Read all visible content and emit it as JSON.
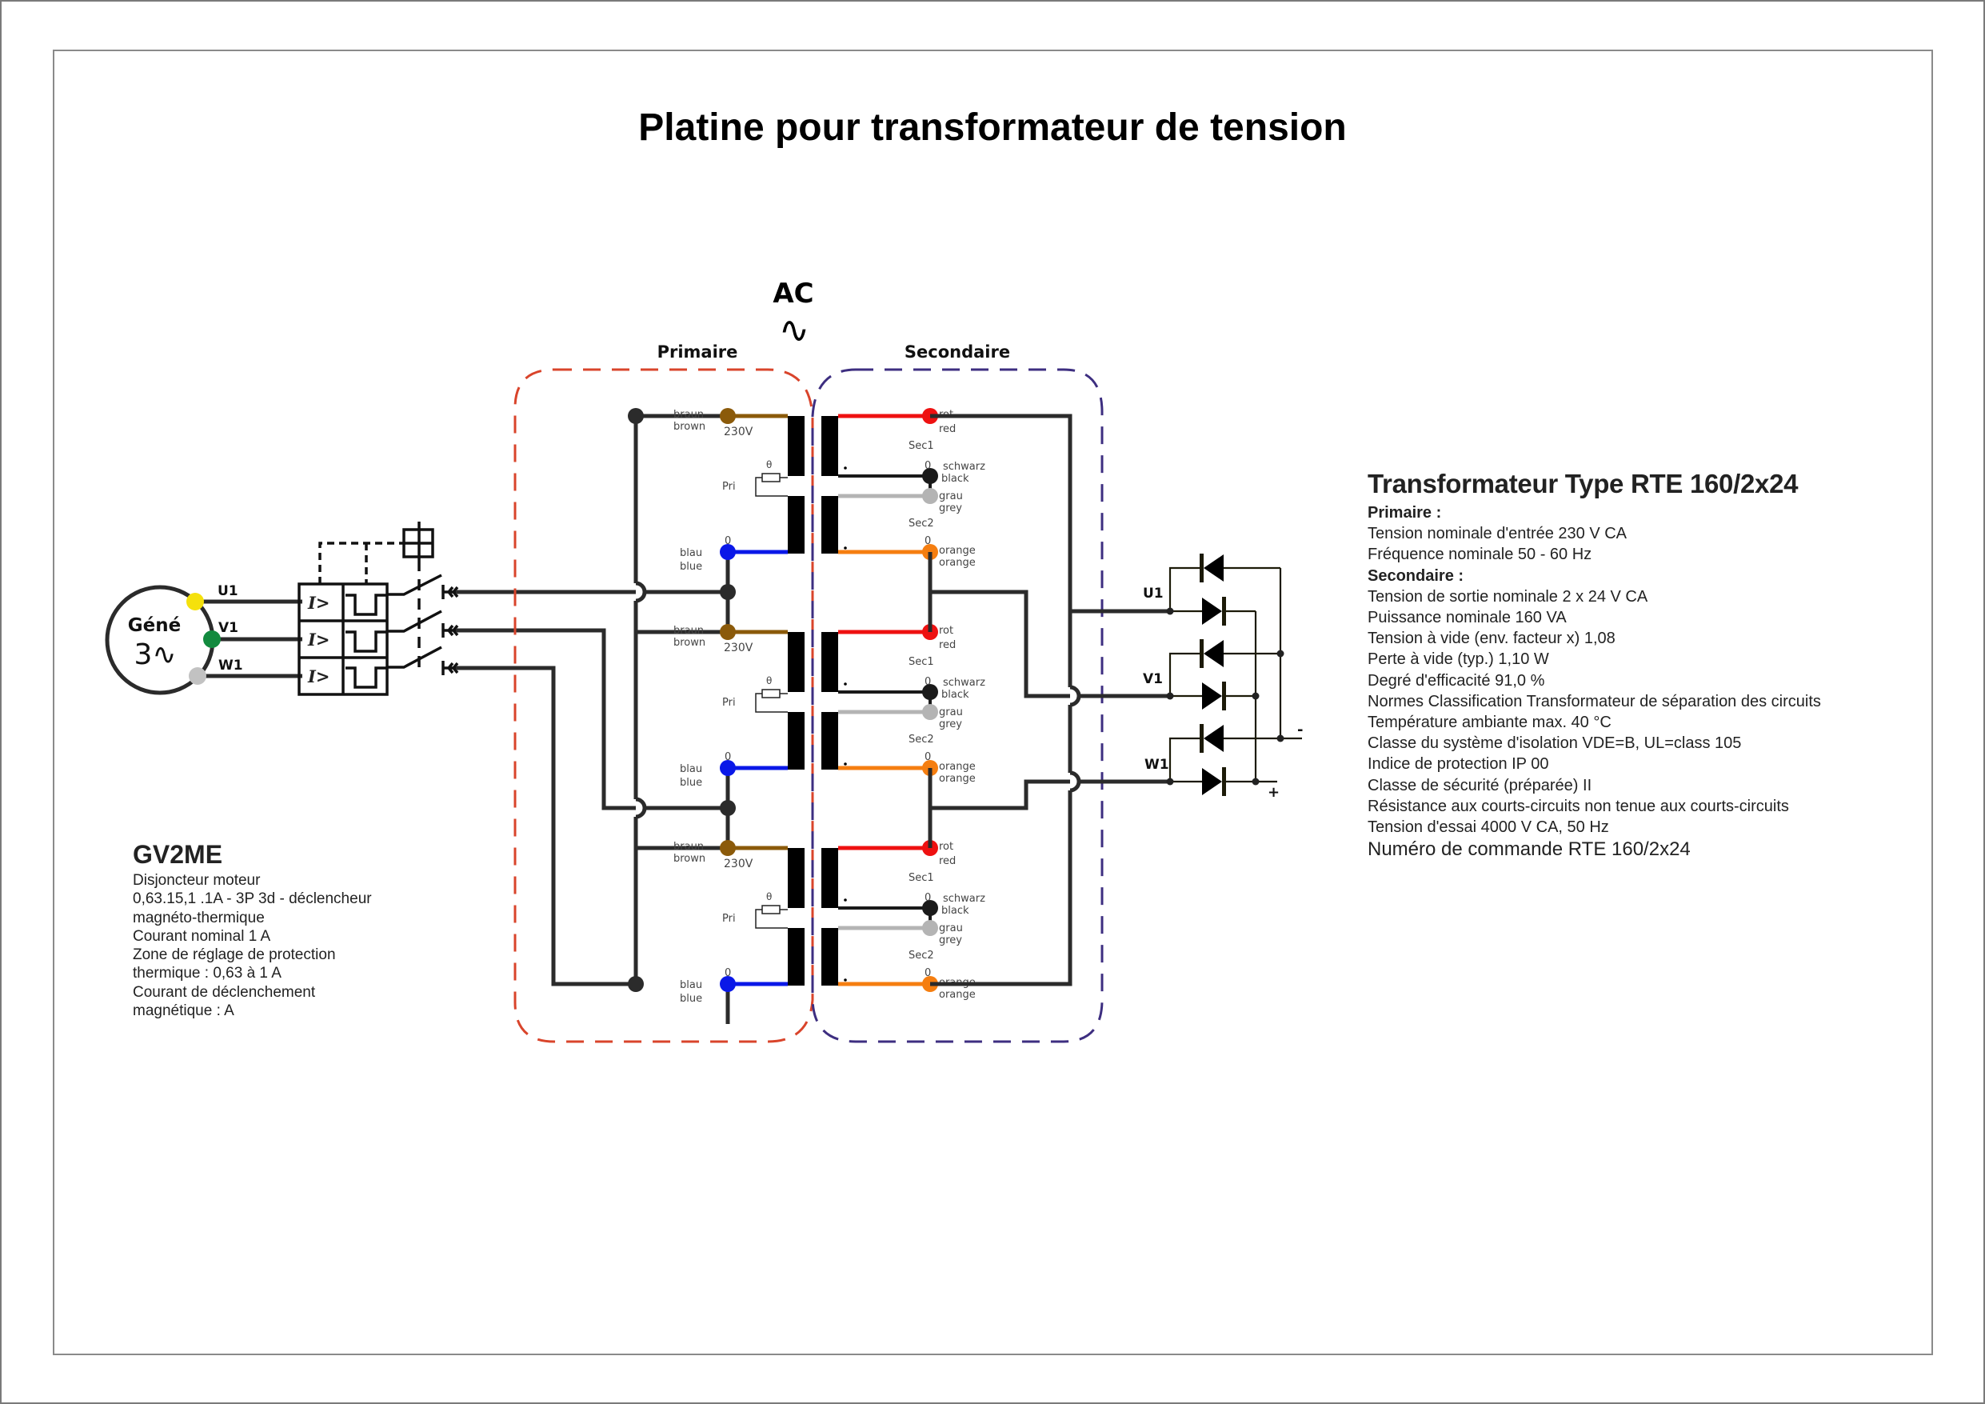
{
  "title": "Platine pour transformateur de tension",
  "colors": {
    "primary_box": "#d9442b",
    "secondary_box": "#3d2e80",
    "wire": "#2b2b2b",
    "brown": "#8b5a0a",
    "blue": "#0a18e8",
    "red": "#ee1111",
    "black": "#1a1a1a",
    "grey": "#b4b4b4",
    "orange": "#f57e10",
    "phase_u": "#f5e10c",
    "phase_v": "#128a3e",
    "phase_w": "#c2c2c2",
    "diode": "#1c1a08"
  },
  "generator": {
    "name": "Géné",
    "phases_symbol": "3∿",
    "terminals": [
      "U1",
      "V1",
      "W1"
    ]
  },
  "breaker": {
    "element_symbol": "I>",
    "rows": 3
  },
  "transformer_section": {
    "ac_label": "AC",
    "ac_symbol": "∿",
    "primary_label": "Primaire",
    "secondary_label": "Secondaire",
    "units": [
      {
        "primary": {
          "brown_de": "braun",
          "brown_en": "brown",
          "voltage": "230V",
          "fuse_symbol": "θ",
          "winding": "Pri",
          "zero": "0",
          "blue_de": "blau",
          "blue_en": "blue"
        },
        "secondary": {
          "red_de": "rot",
          "red_en": "red",
          "sec1": "Sec1",
          "zero1": "0",
          "black_de": "schwarz",
          "black_en": "black",
          "grey_de": "grau",
          "grey_en": "grey",
          "sec2": "Sec2",
          "zero2": "0",
          "orange_de": "orange",
          "orange_en": "orange"
        }
      },
      {
        "primary": {
          "brown_de": "braun",
          "brown_en": "brown",
          "voltage": "230V",
          "fuse_symbol": "θ",
          "winding": "Pri",
          "zero": "0",
          "blue_de": "blau",
          "blue_en": "blue"
        },
        "secondary": {
          "red_de": "rot",
          "red_en": "red",
          "sec1": "Sec1",
          "zero1": "0",
          "black_de": "schwarz",
          "black_en": "black",
          "grey_de": "grau",
          "grey_en": "grey",
          "sec2": "Sec2",
          "zero2": "0",
          "orange_de": "orange",
          "orange_en": "orange"
        }
      },
      {
        "primary": {
          "brown_de": "braun",
          "brown_en": "brown",
          "voltage": "230V",
          "fuse_symbol": "θ",
          "winding": "Pri",
          "zero": "0",
          "blue_de": "blau",
          "blue_en": "blue"
        },
        "secondary": {
          "red_de": "rot",
          "red_en": "red",
          "sec1": "Sec1",
          "zero1": "0",
          "black_de": "schwarz",
          "black_en": "black",
          "grey_de": "grau",
          "grey_en": "grey",
          "sec2": "Sec2",
          "zero2": "0",
          "orange_de": "orange",
          "orange_en": "orange"
        }
      }
    ]
  },
  "rectifier": {
    "inputs": [
      "U1",
      "V1",
      "W1"
    ],
    "minus_label": "-",
    "plus_label": "+"
  },
  "gv2me": {
    "title": "GV2ME",
    "lines": [
      "Disjoncteur moteur",
      "0,63.15,1 .1A - 3P 3d - déclencheur",
      "magnéto-thermique",
      "Courant nominal 1 A",
      "Zone de réglage de protection",
      "thermique : 0,63 à 1 A",
      "Courant de déclenchement",
      "magnétique : A"
    ]
  },
  "transformer_spec": {
    "title": "Transformateur Type RTE 160/2x24",
    "primary_heading": "Primaire :",
    "primary_lines": [
      "Tension nominale d'entrée 230 V CA",
      "Fréquence nominale 50 - 60 Hz"
    ],
    "secondary_heading": "Secondaire :",
    "secondary_lines": [
      "Tension de sortie nominale 2 x 24 V CA",
      "Puissance nominale 160 VA",
      "Tension à vide (env. facteur x) 1,08",
      "Perte à vide (typ.) 1,10 W",
      "Degré d'efficacité 91,0 %",
      "Normes Classification Transformateur de séparation des circuits",
      "Température ambiante max. 40 °C",
      "Classe du système d'isolation VDE=B, UL=class 105",
      "Indice de protection IP 00",
      "Classe de sécurité (préparée) II",
      "Résistance aux courts-circuits non tenue aux courts-circuits",
      "Tension d'essai 4000 V CA, 50 Hz"
    ],
    "order_line": "Numéro de commande RTE 160/2x24"
  }
}
